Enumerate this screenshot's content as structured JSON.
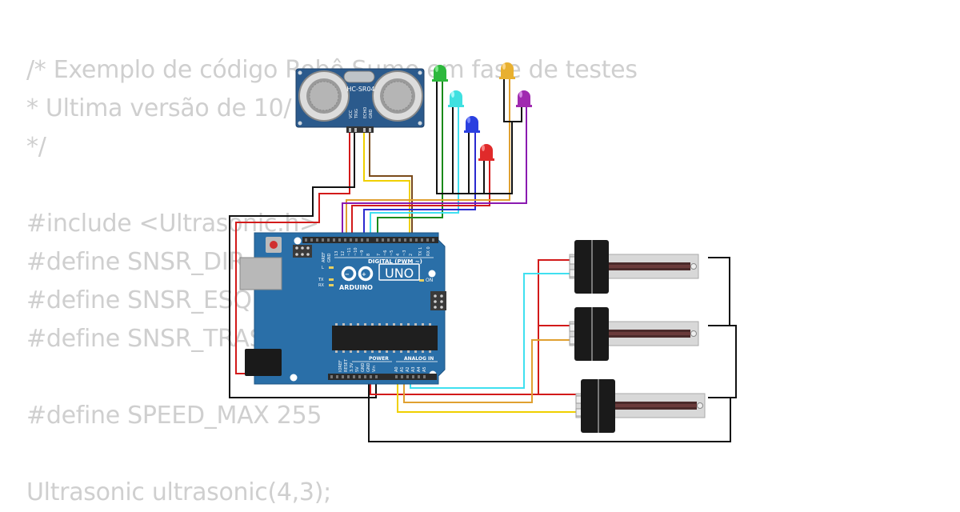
{
  "code_lines": [
    "/* Exemplo de código Robô Sumo em fase de testes",
    "* Ultima versão de 10/",
    "*/",
    "",
    "#include <Ultrasonic.h>",
    "#define SNSR_DIR         sor",
    "#define SNSR_ESQ         on",
    "#define SNSR_TRAS        on",
    "",
    "#define SPEED_MAX 255",
    "",
    "Ultrasonic ultrasonic(4,3);"
  ],
  "sensor": {
    "label": "HC-SR04",
    "pins": [
      "VCC",
      "TRIG",
      "ECHO",
      "GND"
    ]
  },
  "arduino": {
    "logo": "ARDUINO",
    "model": "UNO",
    "digital_label": "DIGITAL (PWM ~)",
    "power_label": "POWER",
    "analog_label": "ANALOG IN",
    "on_label": "ON",
    "l_label": "L",
    "tx_label": "TX",
    "rx_label": "RX",
    "digital_pins": [
      "AREF",
      "GND",
      "13",
      "12",
      "~11",
      "~10",
      "~9",
      "8",
      "7",
      "~6",
      "~5",
      "4",
      "~3",
      "2",
      "TX 1",
      "RX 0"
    ],
    "power_pins": [
      "IOREF",
      "RESET",
      "3.3V",
      "5V",
      "GND",
      "GND",
      "Vin"
    ],
    "analog_pins": [
      "A0",
      "A1",
      "A2",
      "A3",
      "A4",
      "A5"
    ]
  },
  "colors": {
    "board": "#2a6fa8",
    "led_green": "#2db83d",
    "led_cyan": "#3fe0e0",
    "led_blue": "#2a3fe0",
    "led_red": "#e02a2a",
    "led_yellow": "#e8b030",
    "led_purple": "#a02ab0",
    "wire_red": "#d21a1a",
    "wire_black": "#111111",
    "wire_yellow": "#f0d000",
    "wire_cyan": "#40e0f0",
    "wire_green": "#1a8a1a",
    "wire_purple": "#8a1ab0",
    "wire_brown": "#7a4a1a",
    "wire_orange": "#e0a030",
    "wire_blue": "#2a2ad0"
  }
}
